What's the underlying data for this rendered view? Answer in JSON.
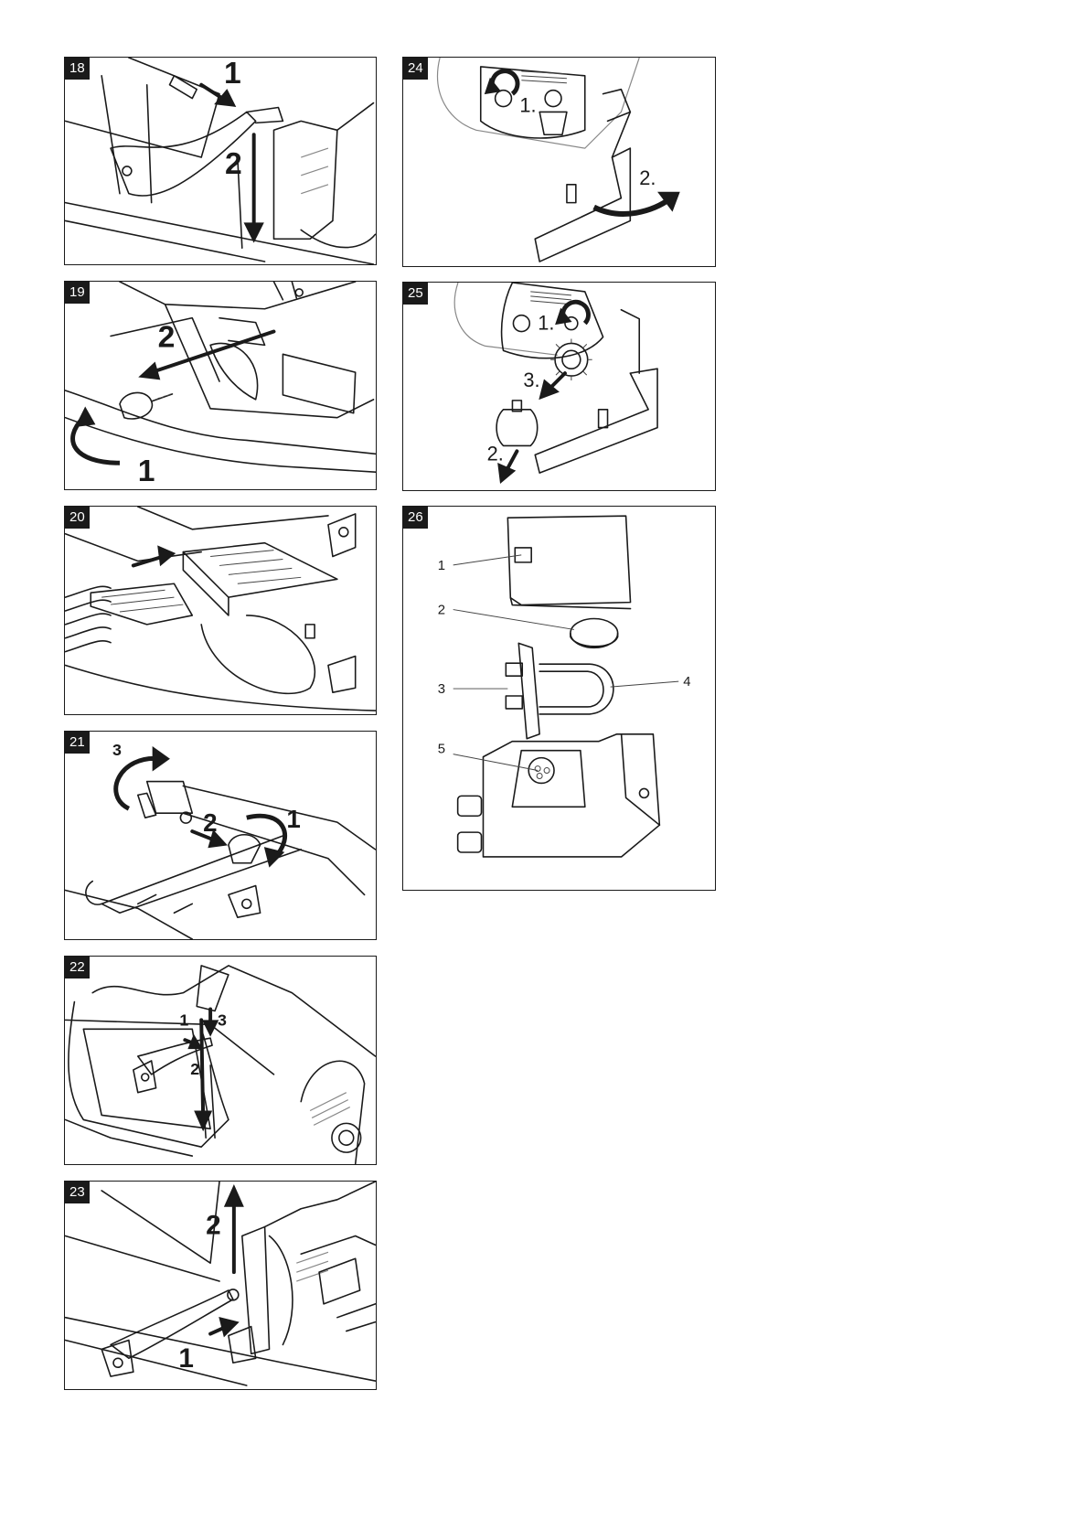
{
  "figures": {
    "f18": {
      "badge": "18",
      "labels": {
        "a": "1",
        "b": "2"
      }
    },
    "f19": {
      "badge": "19",
      "labels": {
        "a": "2",
        "b": "1"
      }
    },
    "f20": {
      "badge": "20"
    },
    "f21": {
      "badge": "21",
      "labels": {
        "a": "3",
        "b": "2",
        "c": "1"
      }
    },
    "f22": {
      "badge": "22",
      "labels": {
        "a": "1",
        "b": "3",
        "c": "2"
      }
    },
    "f23": {
      "badge": "23",
      "labels": {
        "a": "2",
        "b": "1"
      }
    },
    "f24": {
      "badge": "24",
      "labels": {
        "a": "1.",
        "b": "2."
      }
    },
    "f25": {
      "badge": "25",
      "labels": {
        "a": "1.",
        "b": "3.",
        "c": "2."
      }
    },
    "f26": {
      "badge": "26",
      "callouts": [
        "1",
        "2",
        "3",
        "4",
        "5"
      ]
    }
  }
}
